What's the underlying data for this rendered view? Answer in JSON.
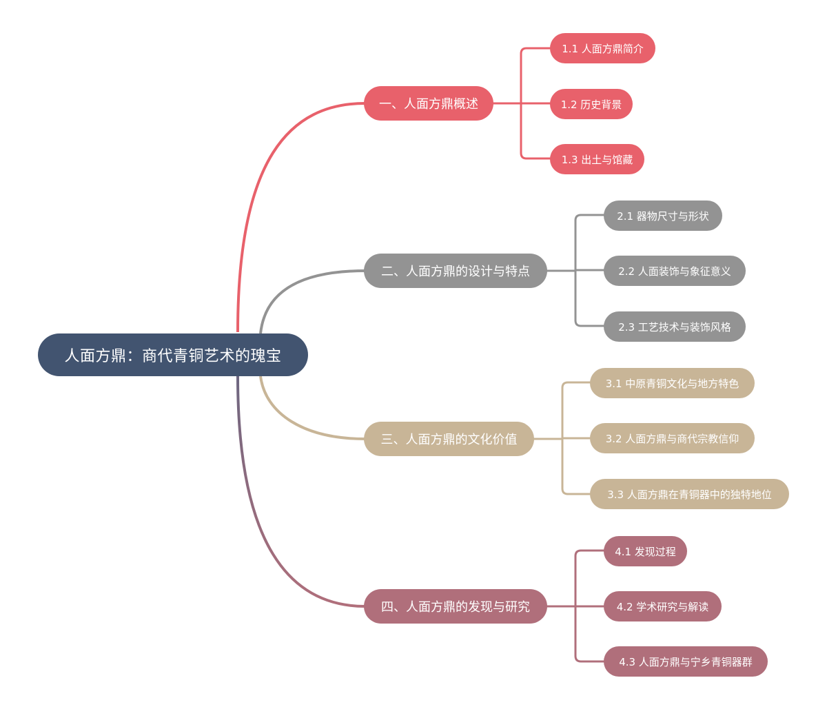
{
  "colors": {
    "root": "#425470",
    "b1": "#E8616B",
    "b2": "#939393",
    "b3": "#C8B597",
    "b4": "#B06F7B"
  },
  "root": {
    "label": "人面方鼎：商代青铜艺术的瑰宝"
  },
  "branches": [
    {
      "label": "一、人面方鼎概述",
      "children": [
        "1.1 人面方鼎简介",
        "1.2 历史背景",
        "1.3 出土与馆藏"
      ]
    },
    {
      "label": "二、人面方鼎的设计与特点",
      "children": [
        "2.1 器物尺寸与形状",
        "2.2 人面装饰与象征意义",
        "2.3 工艺技术与装饰风格"
      ]
    },
    {
      "label": "三、人面方鼎的文化价值",
      "children": [
        "3.1 中原青铜文化与地方特色",
        "3.2 人面方鼎与商代宗教信仰",
        "3.3 人面方鼎在青铜器中的独特地位"
      ]
    },
    {
      "label": "四、人面方鼎的发现与研究",
      "children": [
        "4.1 发现过程",
        "4.2 学术研究与解读",
        "4.3 人面方鼎与宁乡青铜器群"
      ]
    }
  ]
}
